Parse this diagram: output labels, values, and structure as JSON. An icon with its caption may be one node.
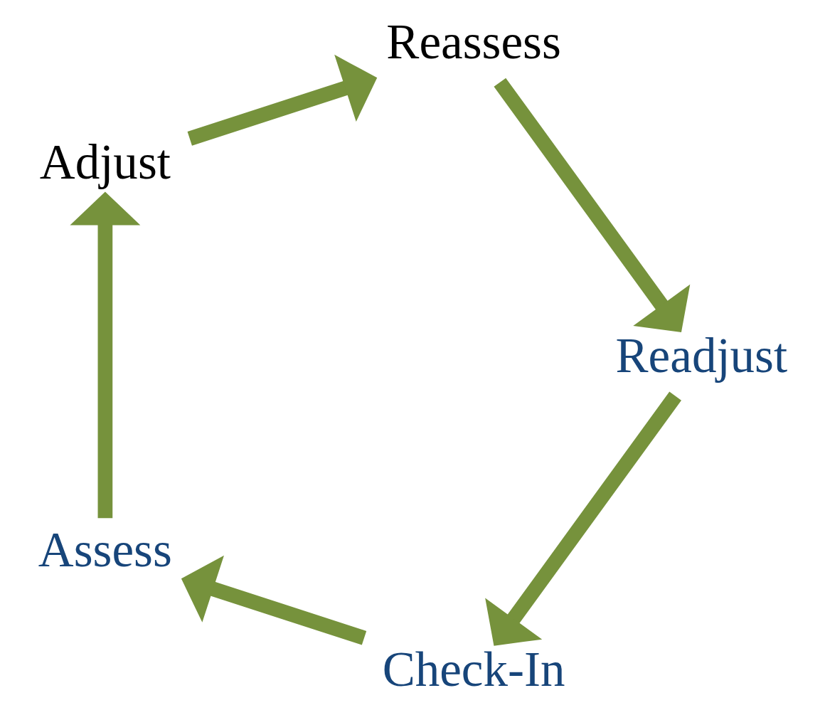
{
  "diagram": {
    "nodes": [
      {
        "text": [
          "Check-In"
        ]
      },
      {
        "text": [
          "Assess"
        ]
      },
      {
        "text": [
          "Adjust"
        ]
      },
      {
        "text": [
          "Reassess"
        ]
      },
      {
        "text": [
          "Readjust"
        ]
      }
    ],
    "edges": [
      {
        "from": 0,
        "to": 1,
        "arrow": "to"
      },
      {
        "from": 1,
        "to": 2,
        "arrow": "to"
      },
      {
        "from": 2,
        "to": 3,
        "arrow": "to"
      },
      {
        "from": 3,
        "to": 4,
        "arrow": "to"
      },
      {
        "from": 4,
        "to": 0,
        "arrow": "to"
      }
    ]
  }
}
